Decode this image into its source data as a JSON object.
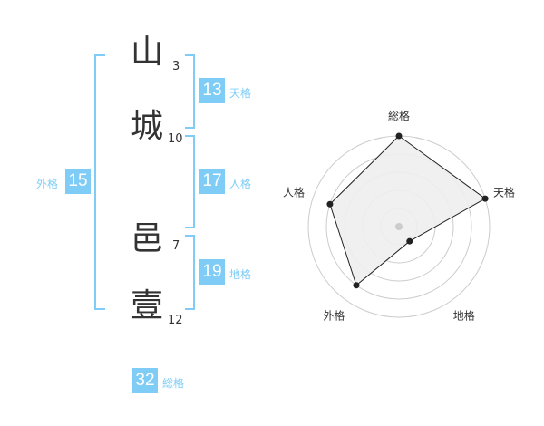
{
  "name_chars": [
    {
      "char": "山",
      "strokes": "3"
    },
    {
      "char": "城",
      "strokes": "10"
    },
    {
      "char": "邑",
      "strokes": "7"
    },
    {
      "char": "壹",
      "strokes": "12"
    }
  ],
  "kaku": {
    "tenkaku": {
      "value": "13",
      "label": "天格"
    },
    "jinkaku": {
      "value": "17",
      "label": "人格"
    },
    "chikaku": {
      "value": "19",
      "label": "地格"
    },
    "gaikaku": {
      "value": "15",
      "label": "外格"
    },
    "soukaku": {
      "value": "32",
      "label": "総格"
    }
  },
  "chart_data": {
    "type": "radar",
    "axes": [
      "総格",
      "天格",
      "地格",
      "外格",
      "人格"
    ],
    "values": [
      5,
      5,
      1,
      4,
      4
    ],
    "rmax": 5,
    "rings": 5
  }
}
